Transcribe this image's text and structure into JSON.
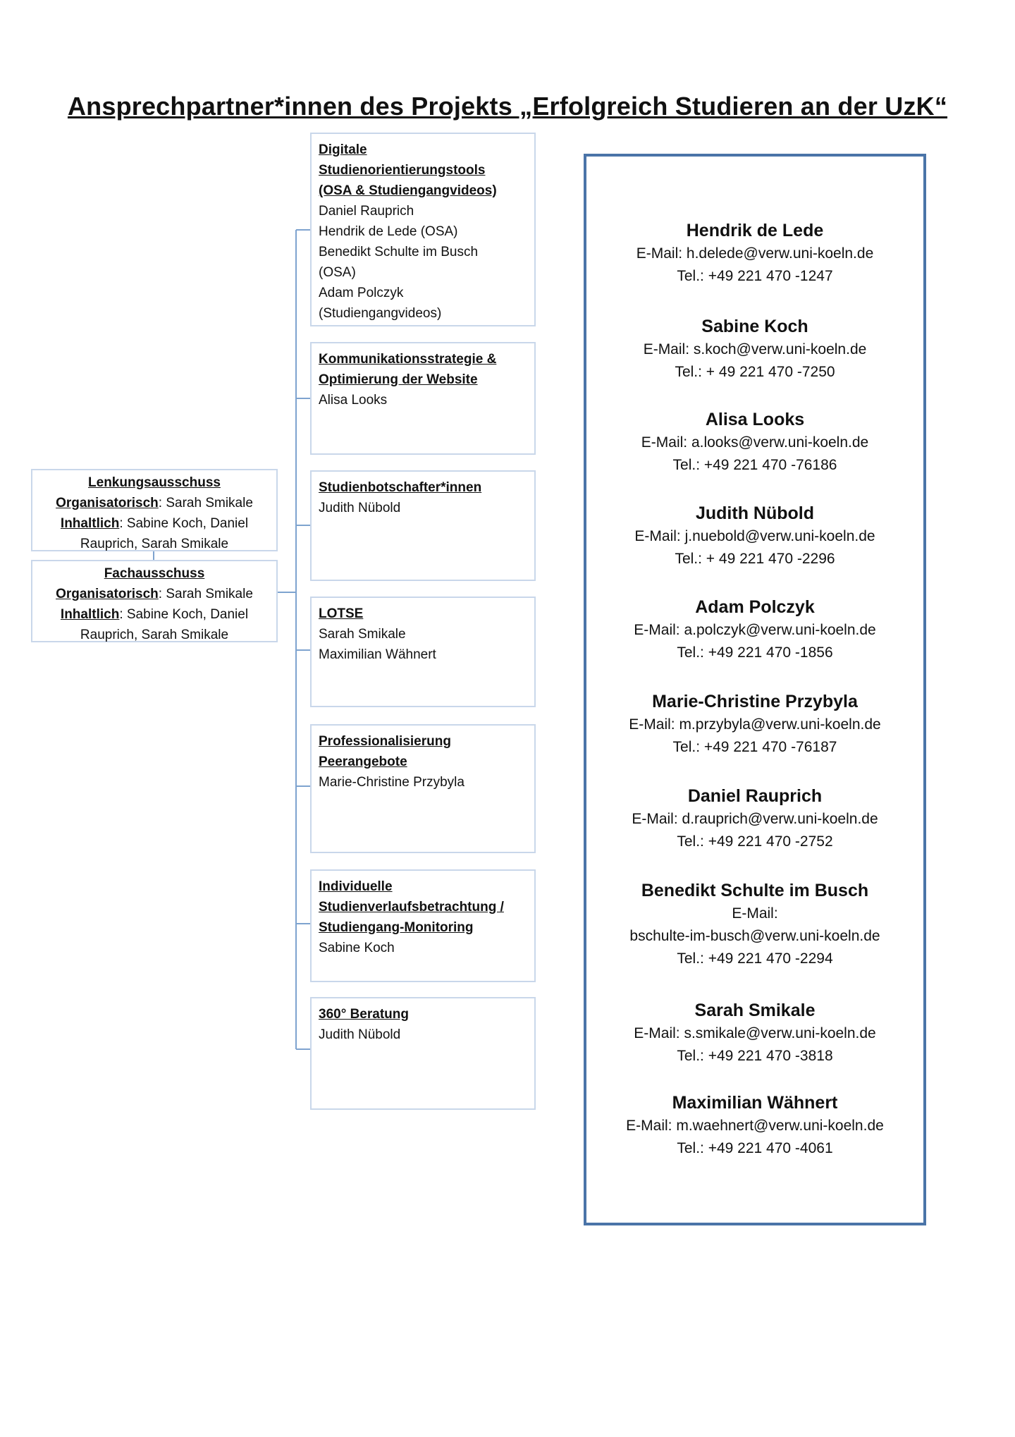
{
  "title": "Ansprechpartner*innen des Projekts „Erfolgreich Studieren an der UzK“",
  "left": [
    {
      "heading": "Lenkungsausschuss",
      "org_label": "Organisatorisch",
      "org_value": ": Sarah Smikale",
      "content_label": "Inhaltlich",
      "content_value": ": Sabine Koch, Daniel Rauprich, Sarah Smikale"
    },
    {
      "heading": "Fachausschuss",
      "org_label": "Organisatorisch",
      "org_value": ": Sarah Smikale",
      "content_label": "Inhaltlich",
      "content_value": ": Sabine Koch, Daniel Rauprich, Sarah Smikale"
    }
  ],
  "modules": [
    {
      "heading": [
        "Digitale",
        "Studienorientierungstools",
        "(OSA & Studiengangvideos)"
      ],
      "lines": [
        "Daniel Rauprich",
        "Hendrik de Lede (OSA)",
        "Benedikt Schulte im Busch",
        "(OSA)",
        "Adam Polczyk",
        "(Studiengangvideos)"
      ]
    },
    {
      "heading": [
        "Kommunikationsstrategie &",
        "Optimierung der Website"
      ],
      "lines": [
        "Alisa Looks"
      ]
    },
    {
      "heading": [
        "Studienbotschafter*innen"
      ],
      "lines": [
        "Judith Nübold"
      ]
    },
    {
      "heading": [
        "LOTSE"
      ],
      "lines": [
        "Sarah Smikale",
        "Maximilian Wähnert"
      ]
    },
    {
      "heading": [
        "Professionalisierung",
        "Peerangebote"
      ],
      "lines": [
        "Marie-Christine Przybyla"
      ]
    },
    {
      "heading": [
        "Individuelle",
        "Studienverlaufsbetrachtung /",
        "Studiengang-Monitoring"
      ],
      "lines": [
        "Sabine Koch"
      ]
    },
    {
      "heading": [
        "360° Beratung"
      ],
      "lines": [
        "Judith Nübold"
      ]
    }
  ],
  "contacts": [
    {
      "name": "Hendrik de Lede",
      "lines": [
        "E-Mail: h.delede@verw.uni-koeln.de",
        "Tel.: +49 221 470 -1247"
      ]
    },
    {
      "name": "Sabine Koch",
      "lines": [
        "E-Mail: s.koch@verw.uni-koeln.de",
        "Tel.: + 49 221 470 -7250"
      ]
    },
    {
      "name": "Alisa Looks",
      "lines": [
        "E-Mail: a.looks@verw.uni-koeln.de",
        "Tel.: +49 221 470 -76186"
      ]
    },
    {
      "name": "Judith Nübold",
      "lines": [
        "E-Mail: j.nuebold@verw.uni-koeln.de",
        "Tel.: + 49 221 470 -2296"
      ]
    },
    {
      "name": "Adam Polczyk",
      "lines": [
        "E-Mail: a.polczyk@verw.uni-koeln.de",
        "Tel.: +49 221 470 -1856"
      ]
    },
    {
      "name": "Marie-Christine Przybyla",
      "lines": [
        "E-Mail: m.przybyla@verw.uni-koeln.de",
        "Tel.: +49 221 470 -76187"
      ]
    },
    {
      "name": "Daniel Rauprich",
      "lines": [
        "E-Mail: d.rauprich@verw.uni-koeln.de",
        "Tel.: +49 221 470 -2752"
      ]
    },
    {
      "name": "Benedikt Schulte im Busch",
      "lines": [
        "E-Mail:",
        "bschulte-im-busch@verw.uni-koeln.de",
        "Tel.: +49 221 470 -2294"
      ]
    },
    {
      "name": "Sarah Smikale",
      "lines": [
        "E-Mail: s.smikale@verw.uni-koeln.de",
        "Tel.: +49 221 470 -3818"
      ]
    },
    {
      "name": "Maximilian Wähnert",
      "lines": [
        "E-Mail: m.waehnert@verw.uni-koeln.de",
        "Tel.: +49 221 470 -4061"
      ]
    }
  ]
}
